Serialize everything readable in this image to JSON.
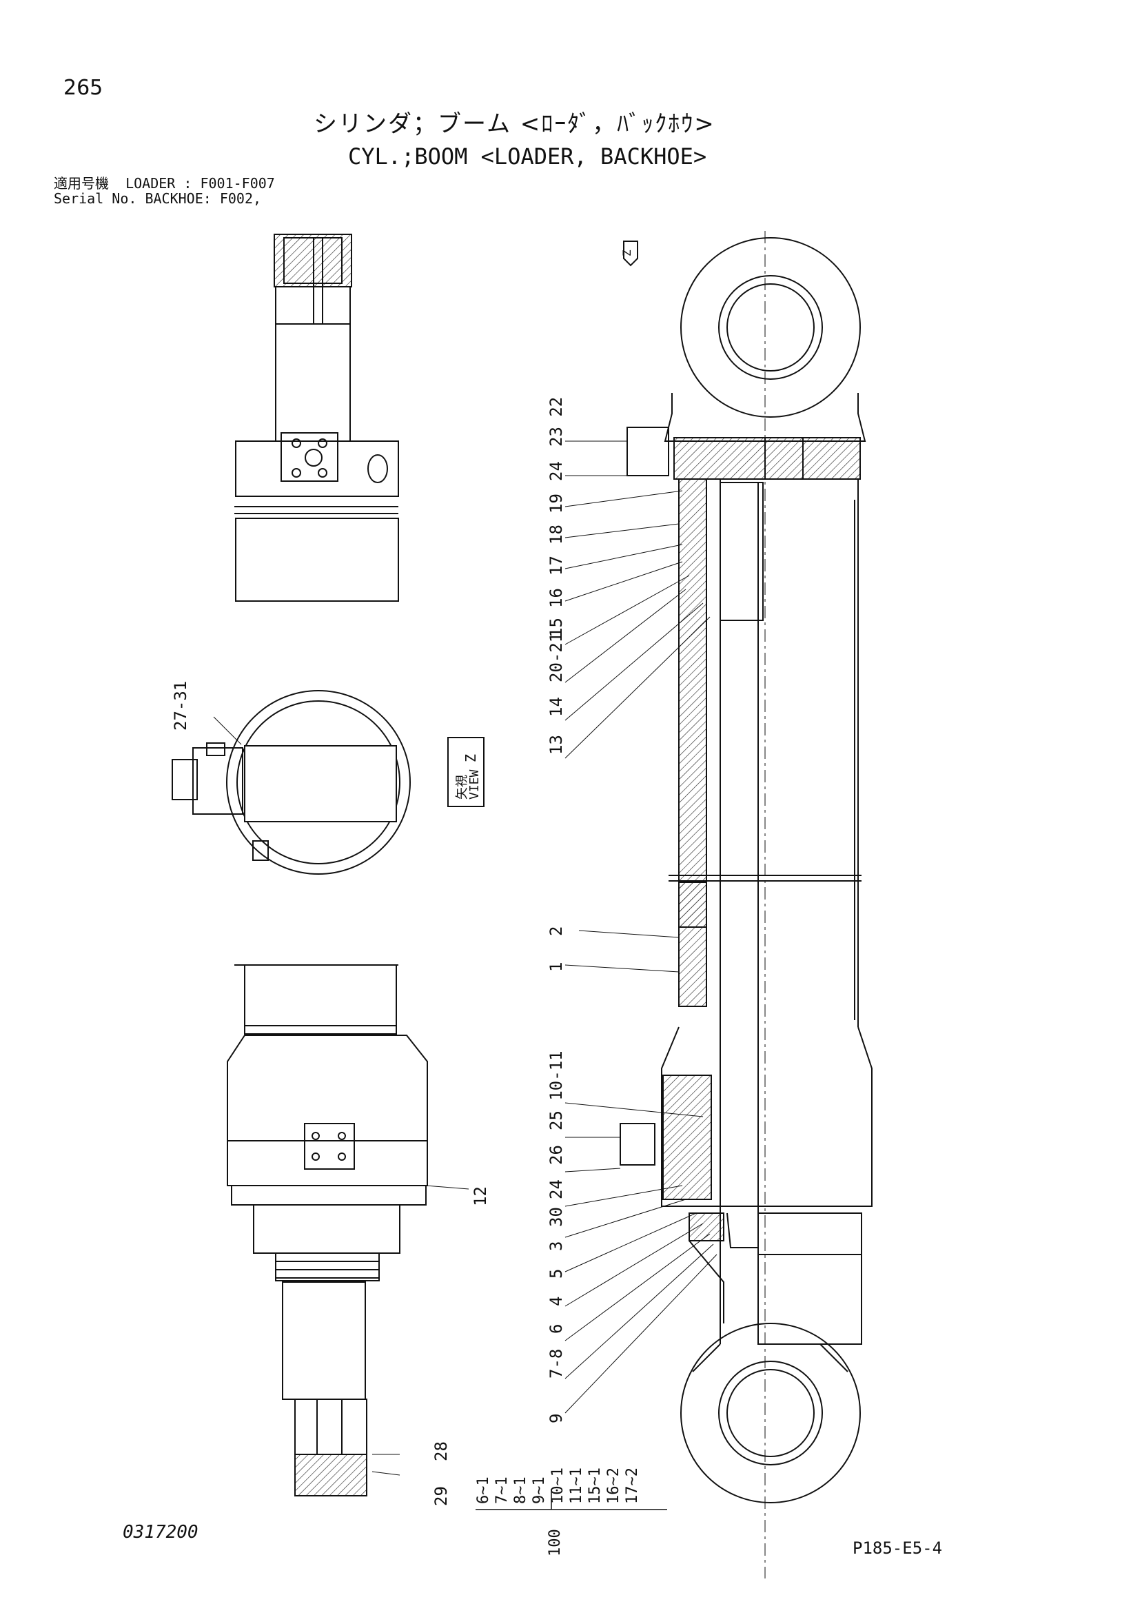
{
  "page_number": "265",
  "title_jp": "シリンダ；ブーム <ﾛｰﾀﾞ，ﾊﾞｯｸﾎｳ>",
  "title_en": "CYL.;BOOM <LOADER, BACKHOE>",
  "serial_block": {
    "line1": "適用号機  LOADER : F001-F007",
    "line2": "Serial No. BACKHOE: F002,"
  },
  "view_label": {
    "jp": "矢視",
    "en": "VIEW",
    "letter": "Z"
  },
  "view_arrow_letter": "Z",
  "callouts": {
    "left": [
      "27-31",
      "12",
      "28",
      "29"
    ],
    "main": [
      "23 22",
      "24",
      "19",
      "18",
      "17",
      "16",
      "15",
      "20-21",
      "14",
      "13",
      "2",
      "1",
      "25 10-11",
      "26",
      "24",
      "30",
      "3",
      "5",
      "4",
      "6",
      "7-8",
      "9"
    ]
  },
  "kit_list": {
    "items": [
      "6~1",
      "7~1",
      "8~1",
      "9~1",
      "10~1",
      "11~1",
      "15~1",
      "16~2",
      "17~2"
    ],
    "total": "100"
  },
  "doc_number": "0317200",
  "ref_code": "P185-E5-4"
}
